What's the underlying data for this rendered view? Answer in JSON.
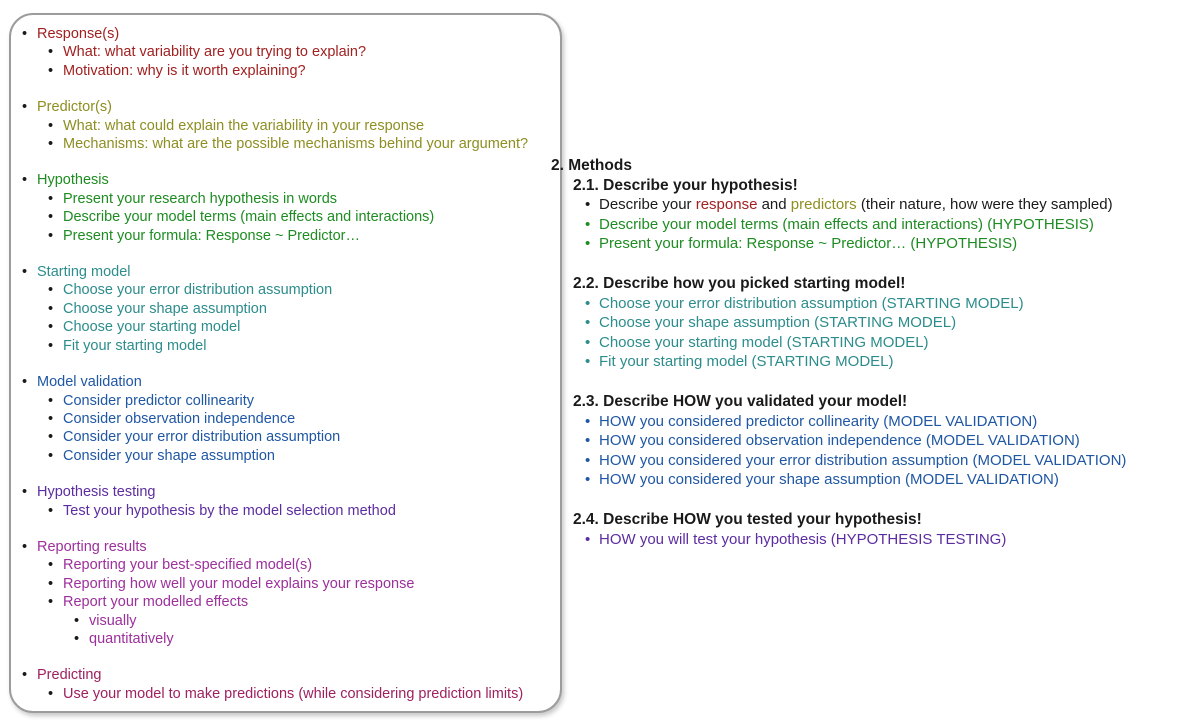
{
  "colors": {
    "black": "#1a1a1a",
    "response": "#a12121",
    "predictor": "#8e8e22",
    "hypothesis": "#1e8c22",
    "starting_model": "#2d8c8c",
    "model_validation": "#1f57a4",
    "hypothesis_testing": "#5c2da0",
    "reporting_results": "#9c309c",
    "predicting": "#9e2160"
  },
  "outline_panel": {
    "sections": [
      {
        "id": "response",
        "color": "response",
        "label": "Response(s)",
        "items": [
          "What: what variability are you trying to explain?",
          "Motivation: why is it worth explaining?"
        ]
      },
      {
        "id": "predictors",
        "color": "predictor",
        "label": "Predictor(s)",
        "items": [
          "What: what could explain the variability in your response",
          "Mechanisms: what are the possible mechanisms behind your argument?"
        ]
      },
      {
        "id": "hypothesis",
        "color": "hypothesis",
        "label": "Hypothesis",
        "items": [
          "Present your research hypothesis in words",
          "Describe your model terms (main effects and interactions)",
          "Present your formula: Response ~ Predictor…"
        ]
      },
      {
        "id": "starting-model",
        "color": "starting_model",
        "label": "Starting model",
        "items": [
          "Choose your error distribution assumption",
          "Choose your shape assumption",
          "Choose your starting model",
          "Fit your starting model"
        ]
      },
      {
        "id": "model-validation",
        "color": "model_validation",
        "label": "Model validation",
        "items": [
          "Consider predictor collinearity",
          "Consider observation independence",
          "Consider your error distribution assumption",
          "Consider your shape assumption"
        ]
      },
      {
        "id": "hypothesis-testing",
        "color": "hypothesis_testing",
        "label": "Hypothesis testing",
        "items": [
          "Test your hypothesis by the model selection method"
        ]
      },
      {
        "id": "reporting-results",
        "color": "reporting_results",
        "label": "Reporting results",
        "items": [
          "Reporting your best-specified model(s)",
          "Reporting how well your model explains your response",
          {
            "text": "Report your modelled effects",
            "children": [
              "visually",
              "quantitatively"
            ]
          }
        ]
      },
      {
        "id": "predicting",
        "color": "predicting",
        "label": "Predicting",
        "items": [
          "Use your model to make predictions (while considering prediction limits)"
        ]
      }
    ]
  },
  "methods_panel": {
    "title": "2. Methods",
    "sections": [
      {
        "id": "2-1",
        "heading": "2.1. Describe your hypothesis!",
        "bullets": [
          {
            "segments": [
              {
                "text": "Describe your ",
                "color": "black"
              },
              {
                "text": "response",
                "color": "response"
              },
              {
                "text": " and ",
                "color": "black"
              },
              {
                "text": "predictors",
                "color": "predictor"
              },
              {
                "text": " (their nature, how were they sampled)",
                "color": "black"
              }
            ]
          },
          {
            "segments": [
              {
                "text": "Describe your model terms (main effects and interactions) (HYPOTHESIS)",
                "color": "hypothesis"
              }
            ]
          },
          {
            "segments": [
              {
                "text": "Present your formula: Response ~ Predictor… (HYPOTHESIS)",
                "color": "hypothesis"
              }
            ]
          }
        ]
      },
      {
        "id": "2-2",
        "heading": "2.2. Describe how you picked starting model!",
        "bullets": [
          {
            "segments": [
              {
                "text": "Choose your error distribution assumption (STARTING MODEL)",
                "color": "starting_model"
              }
            ]
          },
          {
            "segments": [
              {
                "text": "Choose your shape assumption (STARTING MODEL)",
                "color": "starting_model"
              }
            ]
          },
          {
            "segments": [
              {
                "text": "Choose your starting model (STARTING MODEL)",
                "color": "starting_model"
              }
            ]
          },
          {
            "segments": [
              {
                "text": "Fit your starting model (STARTING MODEL)",
                "color": "starting_model"
              }
            ]
          }
        ]
      },
      {
        "id": "2-3",
        "heading": "2.3. Describe HOW you validated your model!",
        "bullets": [
          {
            "segments": [
              {
                "text": "HOW you considered predictor collinearity (MODEL VALIDATION)",
                "color": "model_validation"
              }
            ]
          },
          {
            "segments": [
              {
                "text": "HOW you considered observation independence (MODEL VALIDATION)",
                "color": "model_validation"
              }
            ]
          },
          {
            "segments": [
              {
                "text": "HOW you considered your error distribution assumption (MODEL VALIDATION)",
                "color": "model_validation"
              }
            ]
          },
          {
            "segments": [
              {
                "text": "HOW you considered your shape assumption (MODEL VALIDATION)",
                "color": "model_validation"
              }
            ]
          }
        ]
      },
      {
        "id": "2-4",
        "heading": "2.4. Describe HOW you tested your hypothesis!",
        "bullets": [
          {
            "segments": [
              {
                "text": "HOW you will test your hypothesis (HYPOTHESIS TESTING)",
                "color": "hypothesis_testing"
              }
            ]
          }
        ]
      }
    ]
  }
}
